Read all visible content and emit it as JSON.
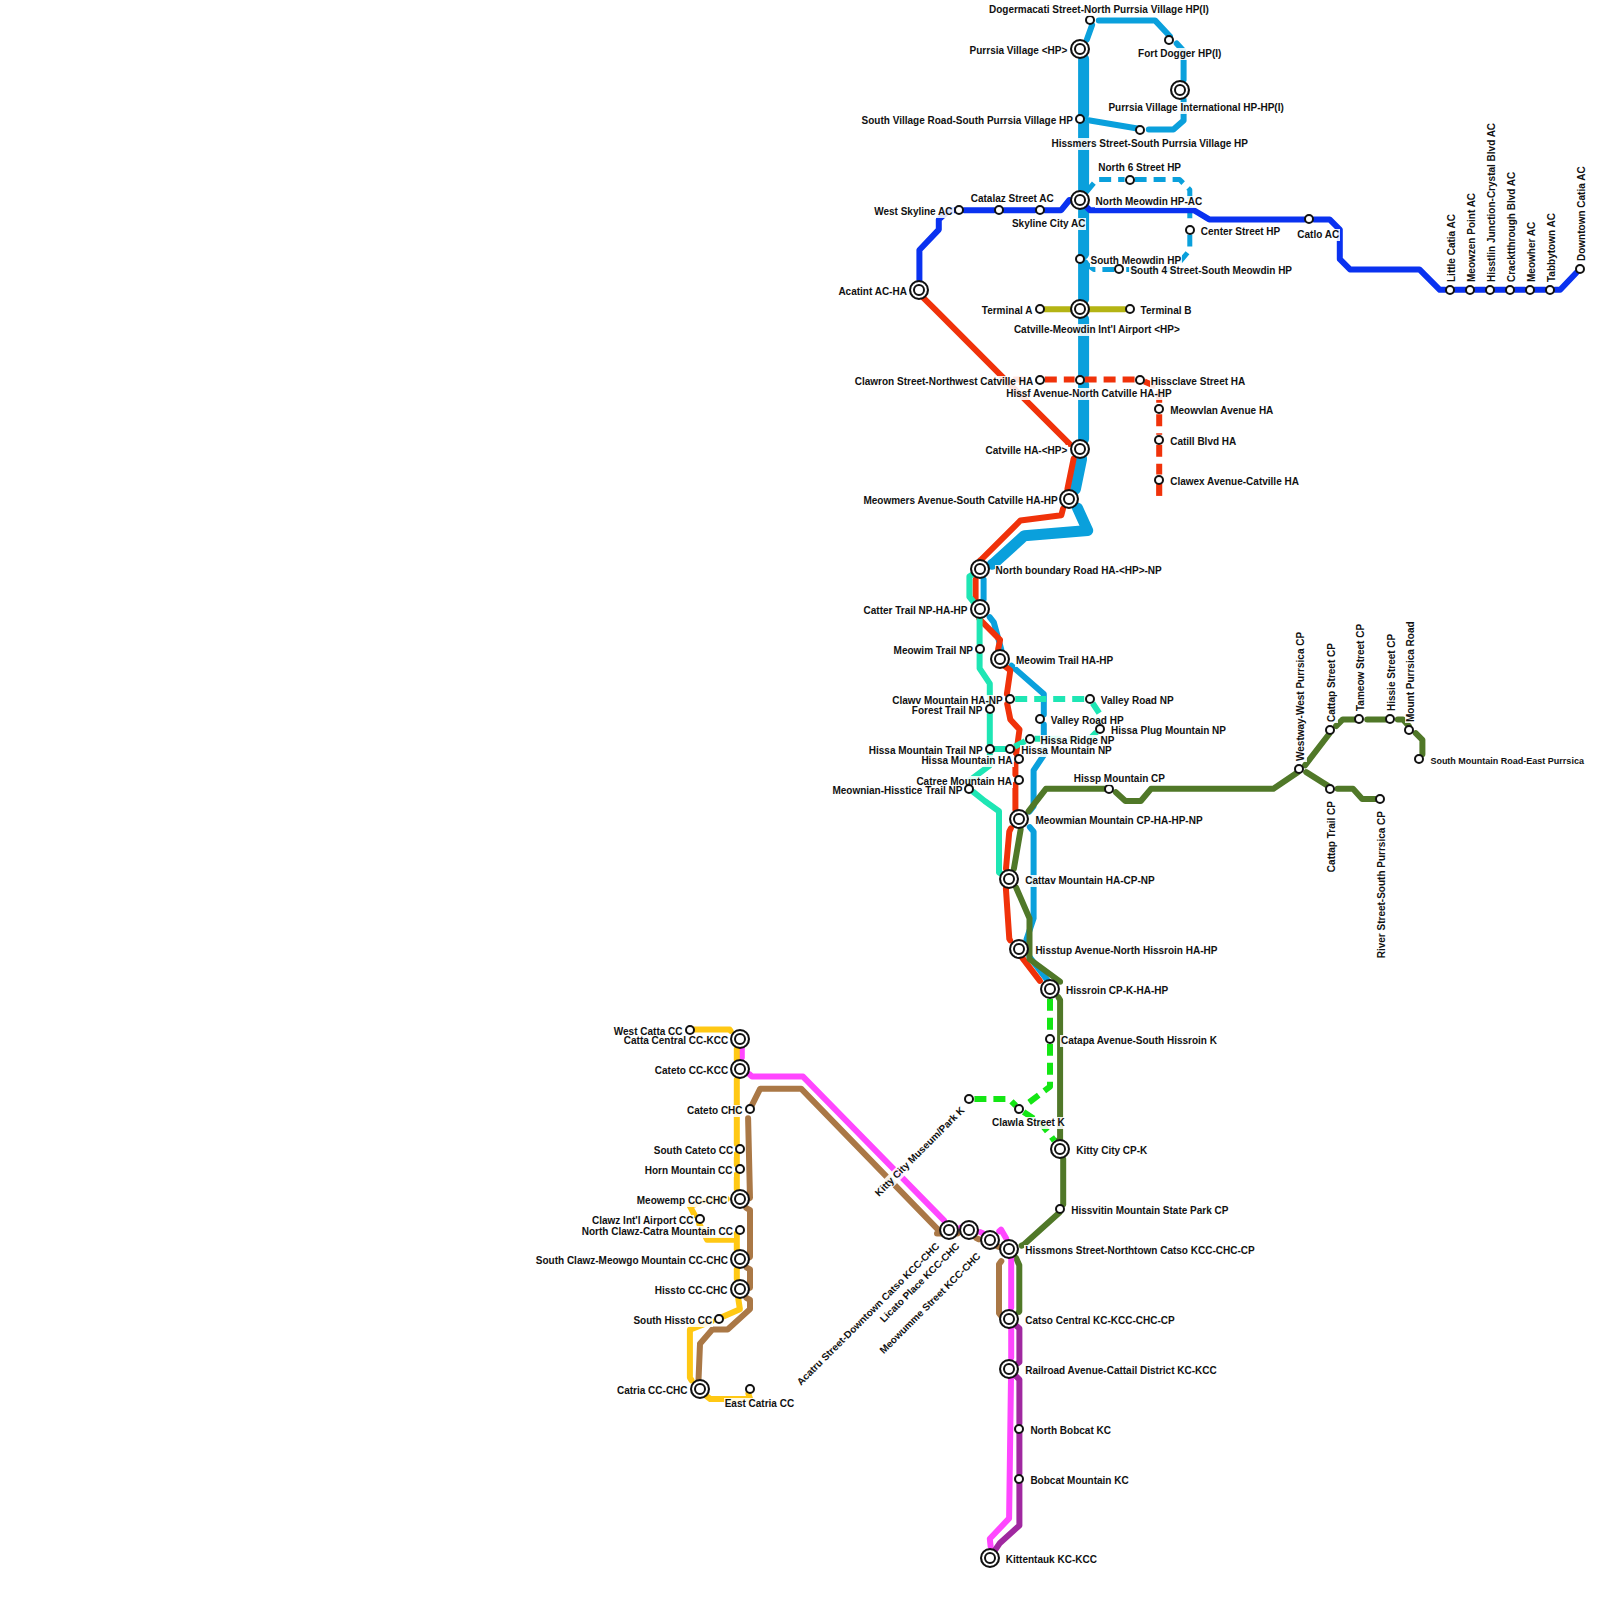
{
  "diagram": {
    "nodes": [
      {
        "text": [
          "Dogermacati Street-North Purrsia Village HP(I)"
        ]
      },
      {
        "text": [
          "Purrsia Village <HP>"
        ]
      },
      {
        "text": [
          "Fort Dogger HP(I)"
        ]
      },
      {
        "text": [
          "Purrsia Village International HP-HP(I)"
        ]
      },
      {
        "text": [
          "South Village Road-South Purrsia Village HP"
        ]
      },
      {
        "text": [
          "Hissmers Street-South Purrsia Village HP"
        ]
      },
      {
        "text": [
          "North 6 Street HP"
        ]
      },
      {
        "text": [
          "North Meowdin HP-AC"
        ]
      },
      {
        "text": [
          "Center Street HP"
        ]
      },
      {
        "text": [
          "South Meowdin HP"
        ]
      },
      {
        "text": [
          "South 4 Street-South Meowdin HP"
        ]
      },
      {
        "text": [
          "Catville-Meowdin Int'l Airport <HP>"
        ]
      },
      {
        "text": [
          "Terminal A"
        ]
      },
      {
        "text": [
          "Terminal B"
        ]
      },
      {
        "text": [
          "Hissf Avenue-North Catville HA-HP"
        ]
      },
      {
        "text": [
          "Catville HA-<HP>"
        ]
      },
      {
        "text": [
          "Meowmers Avenue-South Catville HA-HP"
        ]
      },
      {
        "text": [
          "North boundary Road HA-<HP>-NP"
        ]
      },
      {
        "text": [
          "Catter Trail NP-HA-HP"
        ]
      },
      {
        "text": [
          "Meowim Trail NP"
        ]
      },
      {
        "text": [
          "Meowim Trail HA-HP"
        ]
      },
      {
        "text": [
          "Clawv Mountain HA-NP"
        ]
      },
      {
        "text": [
          "Valley Road NP"
        ]
      },
      {
        "text": [
          "Forest Trail NP"
        ]
      },
      {
        "text": [
          "Valley Road HP"
        ]
      },
      {
        "text": [
          "Hissa Plug Mountain NP"
        ]
      },
      {
        "text": [
          "Hissa Ridge NP"
        ]
      },
      {
        "text": [
          "Hissa Mountain Trail NP"
        ]
      },
      {
        "text": [
          "Hissa Mountain NP"
        ]
      },
      {
        "text": [
          "Hissa Mountain HA"
        ]
      },
      {
        "text": [
          "Catree Mountain HA"
        ]
      },
      {
        "text": [
          "Meownian-Hisstice Trail NP"
        ]
      },
      {
        "text": [
          "Meowmian Mountain CP-HA-HP-NP"
        ]
      },
      {
        "text": [
          "Cattav Mountain HA-CP-NP"
        ]
      },
      {
        "text": [
          "Hisstup Avenue-North Hissroin HA-HP"
        ]
      },
      {
        "text": [
          "Hissroin CP-K-HA-HP"
        ]
      },
      {
        "text": [
          "Catapa Avenue-South Hissroin K"
        ]
      },
      {
        "text": [
          "Kitty City Museum/Park K"
        ]
      },
      {
        "text": [
          "Clawla Street K"
        ]
      },
      {
        "text": [
          "Kitty City CP-K"
        ]
      },
      {
        "text": [
          "Hissvitin Mountain State Park CP"
        ]
      },
      {
        "text": [
          "Hissmons Street-Northtown Catso KCC-CHC-CP"
        ]
      },
      {
        "text": [
          "Catso Central KC-KCC-CHC-CP"
        ]
      },
      {
        "text": [
          "Railroad Avenue-Cattail District KC-KCC"
        ]
      },
      {
        "text": [
          "North Bobcat KC"
        ]
      },
      {
        "text": [
          "Bobcat Mountain KC"
        ]
      },
      {
        "text": [
          "Kittentauk KC-KCC"
        ]
      },
      {
        "text": [
          "Acatru Street-Downtown Catso KCC-CHC"
        ]
      },
      {
        "text": [
          "Licato Place KCC-CHC"
        ]
      },
      {
        "text": [
          "Meowumme Street KCC-CHC"
        ]
      },
      {
        "text": [
          "Clawron Street-Northwest Catville HA"
        ]
      },
      {
        "text": [
          "Hissclave Street HA"
        ]
      },
      {
        "text": [
          "Meowvlan Avenue HA"
        ]
      },
      {
        "text": [
          "Catill Blvd HA"
        ]
      },
      {
        "text": [
          "Clawex Avenue-Catville HA"
        ]
      },
      {
        "text": [
          "Acatint AC-HA"
        ]
      },
      {
        "text": [
          "West Skyline AC"
        ]
      },
      {
        "text": [
          "Catalaz Street AC"
        ]
      },
      {
        "text": [
          "Skyline City AC"
        ]
      },
      {
        "text": [
          "Catlo AC"
        ]
      },
      {
        "text": [
          "Little Catia AC"
        ]
      },
      {
        "text": [
          "Meowzen Point AC"
        ]
      },
      {
        "text": [
          "Hisstlin Junction-Crystal Blvd AC"
        ]
      },
      {
        "text": [
          "Cracktthrough Blvd AC"
        ]
      },
      {
        "text": [
          "Meowher AC"
        ]
      },
      {
        "text": [
          "Tabbytown AC"
        ]
      },
      {
        "text": [
          "Downtown Catia AC"
        ]
      },
      {
        "text": [
          "Hissp Mountain CP"
        ]
      },
      {
        "text": [
          "Westway-West Purrsica CP"
        ]
      },
      {
        "text": [
          "Cattap Street CP"
        ]
      },
      {
        "text": [
          "Tameow Street CP"
        ]
      },
      {
        "text": [
          "Hissie Street CP"
        ]
      },
      {
        "text": [
          "Mount Purrsica Road"
        ]
      },
      {
        "text": [
          "South Mountain Road-East Purrsica"
        ]
      },
      {
        "text": [
          "Cattap Trail CP"
        ]
      },
      {
        "text": [
          "River Street-South Purrsica CP"
        ]
      },
      {
        "text": [
          "West Catta CC"
        ]
      },
      {
        "text": [
          "Catta Central CC-KCC"
        ]
      },
      {
        "text": [
          "Cateto CC-KCC"
        ]
      },
      {
        "text": [
          "Cateto CHC"
        ]
      },
      {
        "text": [
          "South Cateto CC"
        ]
      },
      {
        "text": [
          "Horn Mountain CC"
        ]
      },
      {
        "text": [
          "Meowemp CC-CHC"
        ]
      },
      {
        "text": [
          "Clawz Int'l Airport CC"
        ]
      },
      {
        "text": [
          "North Clawz-Catra Mountain CC"
        ]
      },
      {
        "text": [
          "South Clawz-Meowgo Mountain CC-CHC"
        ]
      },
      {
        "text": [
          "Hissto CC-CHC"
        ]
      },
      {
        "text": [
          "South Hissto CC"
        ]
      },
      {
        "text": [
          "Catria CC-CHC"
        ]
      },
      {
        "text": [
          "East Catria CC"
        ]
      }
    ],
    "edges": [
      {
        "from": 1,
        "to": 0,
        "arrow": "none"
      },
      {
        "from": 0,
        "to": 2,
        "arrow": "none"
      },
      {
        "from": 2,
        "to": 3,
        "arrow": "none"
      },
      {
        "from": 3,
        "to": 5,
        "arrow": "none"
      },
      {
        "from": 5,
        "to": 4,
        "arrow": "none"
      },
      {
        "from": 1,
        "to": 4,
        "arrow": "none"
      },
      {
        "from": 4,
        "to": 7,
        "arrow": "none"
      },
      {
        "from": 7,
        "to": 9,
        "arrow": "none"
      },
      {
        "from": 9,
        "to": 11,
        "arrow": "none"
      },
      {
        "from": 11,
        "to": 14,
        "arrow": "none"
      },
      {
        "from": 14,
        "to": 15,
        "arrow": "none"
      },
      {
        "from": 15,
        "to": 16,
        "arrow": "none"
      },
      {
        "from": 16,
        "to": 17,
        "arrow": "none"
      },
      {
        "from": 17,
        "to": 18,
        "arrow": "none"
      },
      {
        "from": 18,
        "to": 20,
        "arrow": "none"
      },
      {
        "from": 20,
        "to": 24,
        "arrow": "none"
      },
      {
        "from": 24,
        "to": 32,
        "arrow": "none"
      },
      {
        "from": 32,
        "to": 34,
        "arrow": "none"
      },
      {
        "from": 34,
        "to": 35,
        "arrow": "none"
      },
      {
        "from": 7,
        "to": 6,
        "arrow": "none"
      },
      {
        "from": 6,
        "to": 8,
        "arrow": "none"
      },
      {
        "from": 8,
        "to": 10,
        "arrow": "none"
      },
      {
        "from": 10,
        "to": 9,
        "arrow": "none"
      },
      {
        "from": 12,
        "to": 11,
        "arrow": "none"
      },
      {
        "from": 11,
        "to": 13,
        "arrow": "none"
      },
      {
        "from": 55,
        "to": 56,
        "arrow": "none"
      },
      {
        "from": 56,
        "to": 57,
        "arrow": "none"
      },
      {
        "from": 57,
        "to": 58,
        "arrow": "none"
      },
      {
        "from": 58,
        "to": 7,
        "arrow": "none"
      },
      {
        "from": 7,
        "to": 59,
        "arrow": "none"
      },
      {
        "from": 59,
        "to": 60,
        "arrow": "none"
      },
      {
        "from": 60,
        "to": 61,
        "arrow": "none"
      },
      {
        "from": 61,
        "to": 62,
        "arrow": "none"
      },
      {
        "from": 62,
        "to": 63,
        "arrow": "none"
      },
      {
        "from": 63,
        "to": 64,
        "arrow": "none"
      },
      {
        "from": 64,
        "to": 65,
        "arrow": "none"
      },
      {
        "from": 65,
        "to": 66,
        "arrow": "none"
      },
      {
        "from": 55,
        "to": 15,
        "arrow": "none"
      },
      {
        "from": 15,
        "to": 16,
        "arrow": "none"
      },
      {
        "from": 16,
        "to": 17,
        "arrow": "none"
      },
      {
        "from": 17,
        "to": 18,
        "arrow": "none"
      },
      {
        "from": 18,
        "to": 20,
        "arrow": "none"
      },
      {
        "from": 20,
        "to": 21,
        "arrow": "none"
      },
      {
        "from": 21,
        "to": 29,
        "arrow": "none"
      },
      {
        "from": 29,
        "to": 30,
        "arrow": "none"
      },
      {
        "from": 30,
        "to": 32,
        "arrow": "none"
      },
      {
        "from": 32,
        "to": 33,
        "arrow": "none"
      },
      {
        "from": 33,
        "to": 34,
        "arrow": "none"
      },
      {
        "from": 34,
        "to": 35,
        "arrow": "none"
      },
      {
        "from": 50,
        "to": 14,
        "arrow": "none"
      },
      {
        "from": 14,
        "to": 51,
        "arrow": "none"
      },
      {
        "from": 51,
        "to": 52,
        "arrow": "none"
      },
      {
        "from": 52,
        "to": 53,
        "arrow": "none"
      },
      {
        "from": 53,
        "to": 54,
        "arrow": "none"
      },
      {
        "from": 17,
        "to": 18,
        "arrow": "none"
      },
      {
        "from": 18,
        "to": 19,
        "arrow": "none"
      },
      {
        "from": 19,
        "to": 23,
        "arrow": "none"
      },
      {
        "from": 23,
        "to": 27,
        "arrow": "none"
      },
      {
        "from": 27,
        "to": 31,
        "arrow": "none"
      },
      {
        "from": 31,
        "to": 33,
        "arrow": "none"
      },
      {
        "from": 28,
        "to": 27,
        "arrow": "none"
      },
      {
        "from": 21,
        "to": 22,
        "arrow": "none"
      },
      {
        "from": 22,
        "to": 25,
        "arrow": "none"
      },
      {
        "from": 25,
        "to": 26,
        "arrow": "none"
      },
      {
        "from": 26,
        "to": 28,
        "arrow": "none"
      },
      {
        "from": 32,
        "to": 67,
        "arrow": "none"
      },
      {
        "from": 67,
        "to": 68,
        "arrow": "none"
      },
      {
        "from": 68,
        "to": 69,
        "arrow": "none"
      },
      {
        "from": 69,
        "to": 70,
        "arrow": "none"
      },
      {
        "from": 70,
        "to": 71,
        "arrow": "none"
      },
      {
        "from": 71,
        "to": 72,
        "arrow": "none"
      },
      {
        "from": 72,
        "to": 73,
        "arrow": "none"
      },
      {
        "from": 68,
        "to": 74,
        "arrow": "none"
      },
      {
        "from": 74,
        "to": 75,
        "arrow": "none"
      },
      {
        "from": 32,
        "to": 33,
        "arrow": "none"
      },
      {
        "from": 33,
        "to": 35,
        "arrow": "none"
      },
      {
        "from": 35,
        "to": 39,
        "arrow": "none"
      },
      {
        "from": 39,
        "to": 40,
        "arrow": "none"
      },
      {
        "from": 40,
        "to": 41,
        "arrow": "none"
      },
      {
        "from": 41,
        "to": 42,
        "arrow": "none"
      },
      {
        "from": 35,
        "to": 36,
        "arrow": "none"
      },
      {
        "from": 36,
        "to": 38,
        "arrow": "none"
      },
      {
        "from": 37,
        "to": 38,
        "arrow": "none"
      },
      {
        "from": 38,
        "to": 39,
        "arrow": "none"
      },
      {
        "from": 77,
        "to": 78,
        "arrow": "none"
      },
      {
        "from": 78,
        "to": 47,
        "arrow": "none"
      },
      {
        "from": 47,
        "to": 48,
        "arrow": "none"
      },
      {
        "from": 48,
        "to": 49,
        "arrow": "none"
      },
      {
        "from": 49,
        "to": 41,
        "arrow": "none"
      },
      {
        "from": 41,
        "to": 42,
        "arrow": "none"
      },
      {
        "from": 42,
        "to": 43,
        "arrow": "none"
      },
      {
        "from": 43,
        "to": 46,
        "arrow": "none"
      },
      {
        "from": 42,
        "to": 43,
        "arrow": "none"
      },
      {
        "from": 43,
        "to": 44,
        "arrow": "none"
      },
      {
        "from": 44,
        "to": 45,
        "arrow": "none"
      },
      {
        "from": 45,
        "to": 46,
        "arrow": "none"
      },
      {
        "from": 88,
        "to": 86,
        "arrow": "none"
      },
      {
        "from": 86,
        "to": 85,
        "arrow": "none"
      },
      {
        "from": 85,
        "to": 82,
        "arrow": "none"
      },
      {
        "from": 82,
        "to": 79,
        "arrow": "none"
      },
      {
        "from": 79,
        "to": 47,
        "arrow": "none"
      },
      {
        "from": 47,
        "to": 48,
        "arrow": "none"
      },
      {
        "from": 48,
        "to": 49,
        "arrow": "none"
      },
      {
        "from": 49,
        "to": 41,
        "arrow": "none"
      },
      {
        "from": 41,
        "to": 42,
        "arrow": "none"
      },
      {
        "from": 76,
        "to": 77,
        "arrow": "none"
      },
      {
        "from": 77,
        "to": 78,
        "arrow": "none"
      },
      {
        "from": 78,
        "to": 80,
        "arrow": "none"
      },
      {
        "from": 80,
        "to": 81,
        "arrow": "none"
      },
      {
        "from": 81,
        "to": 82,
        "arrow": "none"
      },
      {
        "from": 82,
        "to": 83,
        "arrow": "none"
      },
      {
        "from": 83,
        "to": 84,
        "arrow": "none"
      },
      {
        "from": 84,
        "to": 85,
        "arrow": "none"
      },
      {
        "from": 85,
        "to": 86,
        "arrow": "none"
      },
      {
        "from": 86,
        "to": 87,
        "arrow": "none"
      },
      {
        "from": 87,
        "to": 88,
        "arrow": "none"
      },
      {
        "from": 88,
        "to": 89,
        "arrow": "none"
      }
    ]
  }
}
